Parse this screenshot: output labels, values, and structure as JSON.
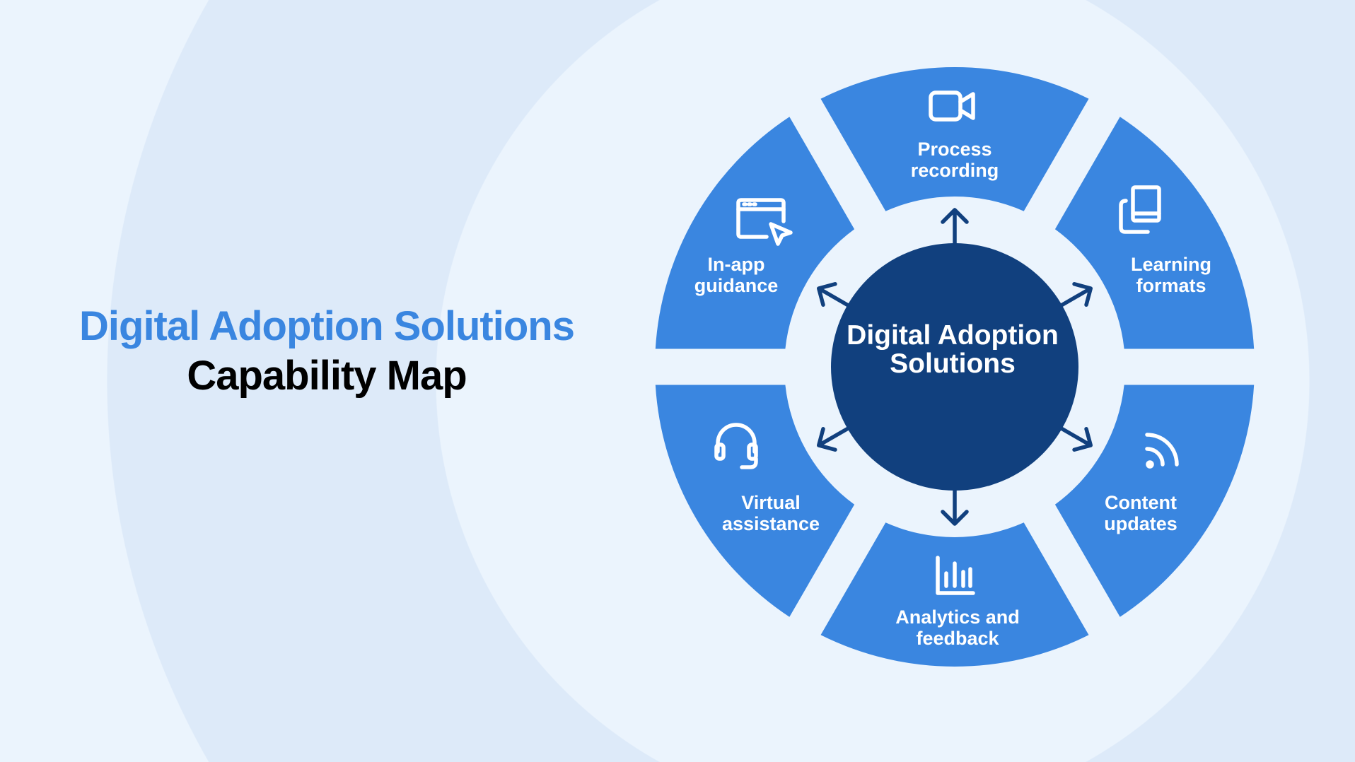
{
  "title": {
    "line1": "Digital Adoption Solutions",
    "line2": "Capability Map"
  },
  "hub": {
    "label": "Digital Adoption Solutions"
  },
  "colors": {
    "segment": "#3A86E0",
    "hub": "#11407E",
    "background": "#EBF4FD",
    "band": "#DDEAF9",
    "text_accent": "#3A86E0"
  },
  "segments": [
    {
      "label": "Process recording",
      "icon": "video-camera-icon"
    },
    {
      "label": "Learning formats",
      "icon": "book-copy-icon"
    },
    {
      "label": "Content updates",
      "icon": "rss-feed-icon"
    },
    {
      "label": "Analytics and feedback",
      "icon": "bar-chart-icon"
    },
    {
      "label": "Virtual assistance",
      "icon": "headset-icon"
    },
    {
      "label": "In-app guidance",
      "icon": "browser-cursor-icon"
    }
  ]
}
